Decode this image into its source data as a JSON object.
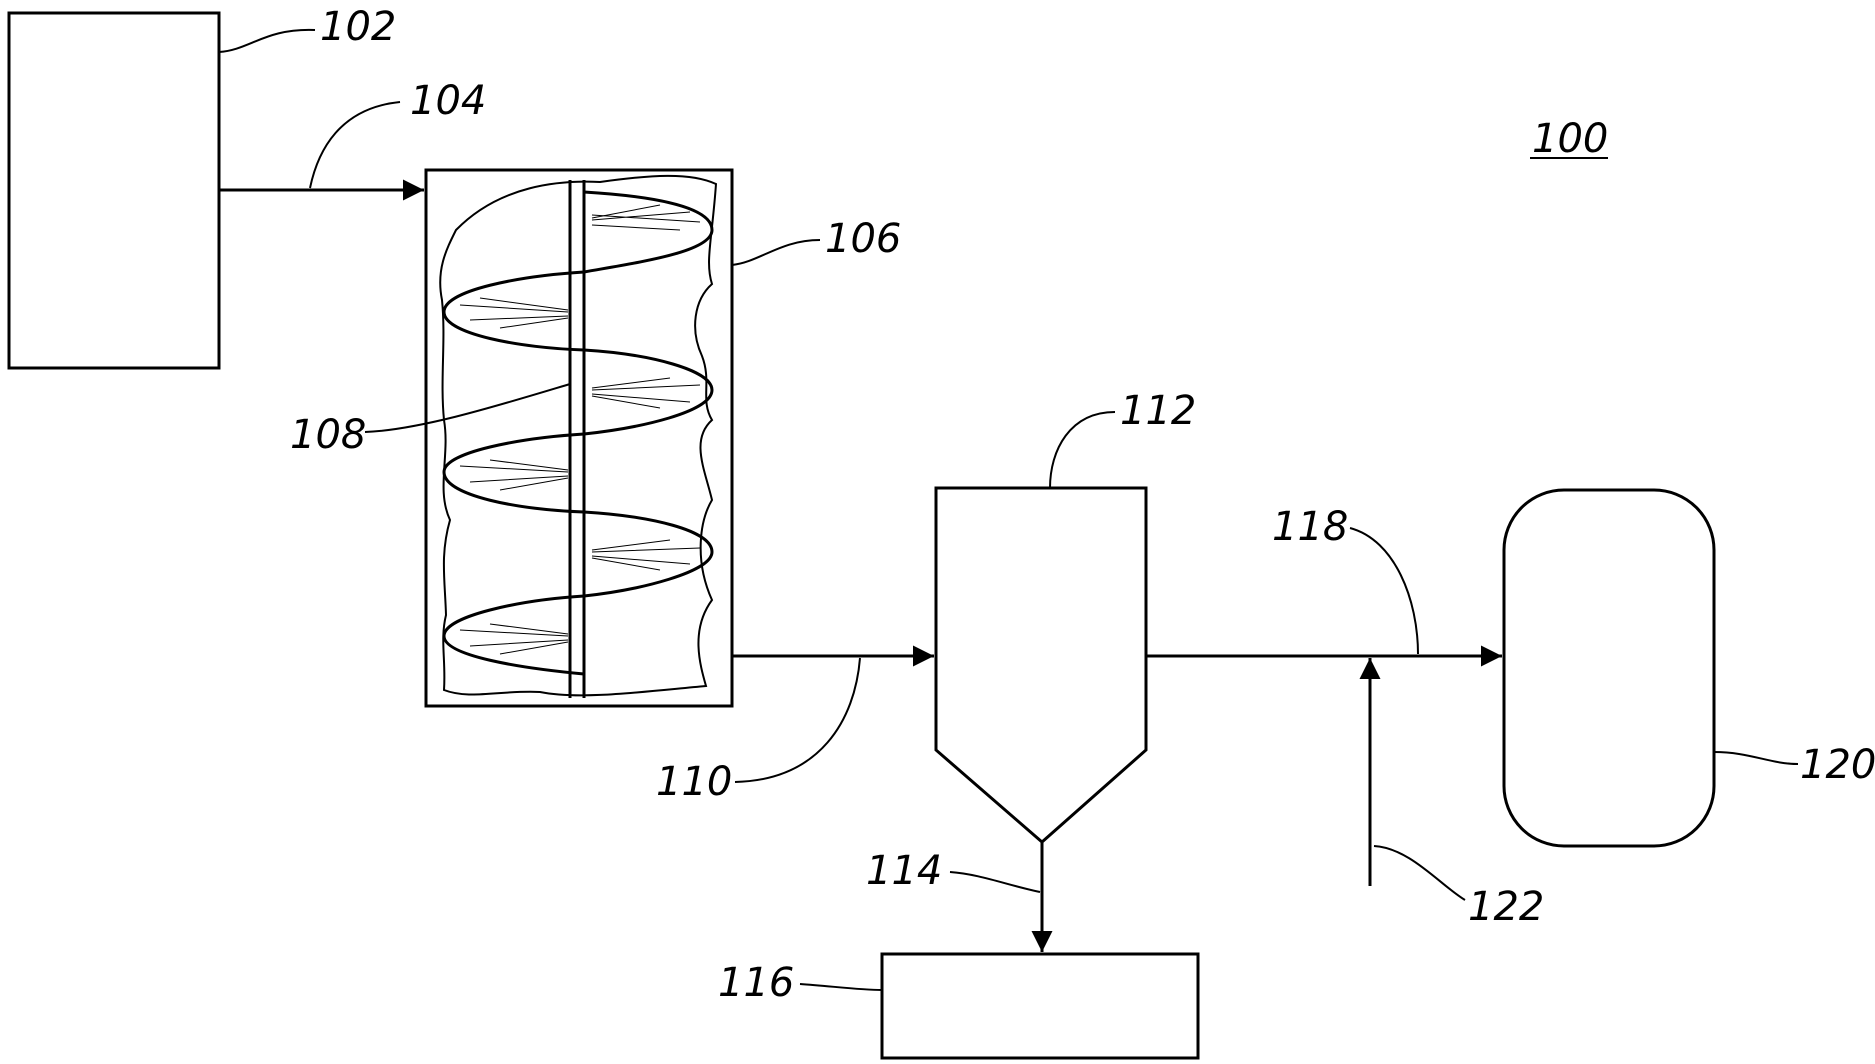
{
  "figure_number": "100",
  "components": {
    "source_box": {
      "ref": "102"
    },
    "feed_line": {
      "ref": "104"
    },
    "screw_conveyor_housing": {
      "ref": "106"
    },
    "screw_auger": {
      "ref": "108"
    },
    "conveyor_outlet_line": {
      "ref": "110"
    },
    "separator_vessel": {
      "ref": "112"
    },
    "underflow_line": {
      "ref": "114"
    },
    "collection_box": {
      "ref": "116"
    },
    "product_line": {
      "ref": "118"
    },
    "storage_tank": {
      "ref": "120"
    },
    "injection_line": {
      "ref": "122"
    }
  }
}
